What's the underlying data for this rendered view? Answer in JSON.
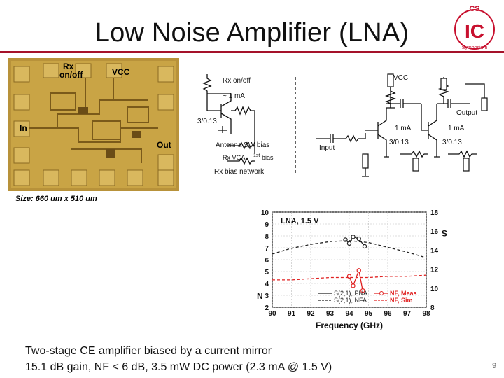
{
  "slide": {
    "title": "Low Noise Amplifier (LNA)",
    "size_caption": "Size: 660 um x 510 um",
    "caption_line1": "Two-stage CE amplifier biased by a current mirror",
    "caption_line2": "15.1 dB gain, NF < 6 dB, 3.5 mW DC power (2.3 mA @ 1.5 V)",
    "slide_number": "9"
  },
  "logo": {
    "cs": "CS",
    "ic": "IC",
    "ring": "Symposium",
    "accent": "#c8102e"
  },
  "chip_photo": {
    "label_rx": "Rx",
    "label_onoff": "on/off",
    "label_vcc": "VCC",
    "label_in": "In",
    "label_out": "Out"
  },
  "schematic": {
    "rx_onoff": "Rx on/off",
    "vcc": "VCC",
    "current_ref": "~ 1 mA",
    "mirror_size": "3/0.13",
    "antenna_bias": "Antenna SW bias",
    "rx_vga": "Rx VGA",
    "first_sup": "1st",
    "bias_word": "bias",
    "bias_network": "Rx bias network",
    "input": "Input",
    "output": "Output",
    "stage1_current": "1 mA",
    "stage2_current": "1 mA",
    "stage1_size": "3/0.13",
    "stage2_size": "3/0.13"
  },
  "chart_data": {
    "type": "line",
    "annotation": "LNA, 1.5 V",
    "xlabel": "Frequency (GHz)",
    "left_axis_label": "N",
    "right_axis_label": "S",
    "xlim": [
      90,
      98
    ],
    "xticks": [
      90,
      91,
      92,
      93,
      94,
      95,
      96,
      97,
      98
    ],
    "ylim_left": [
      2,
      10
    ],
    "yticks_left": [
      2,
      3,
      4,
      5,
      6,
      7,
      8,
      9,
      10
    ],
    "ylim_right": [
      8,
      18
    ],
    "yticks_right": [
      8,
      10,
      12,
      14,
      16,
      18
    ],
    "series": [
      {
        "name": "S(2,1), PNA",
        "axis": "right",
        "color": "#222222",
        "style": "solid",
        "marker": "circle",
        "x": [
          93.8,
          94.0,
          94.2,
          94.5,
          94.8
        ],
        "y": [
          15.1,
          14.7,
          15.4,
          15.2,
          14.4
        ]
      },
      {
        "name": "S(2,1), NFA",
        "axis": "right",
        "color": "#222222",
        "style": "dashed",
        "marker": "none",
        "x": [
          90,
          91,
          92,
          93,
          94,
          95,
          96,
          97,
          98
        ],
        "y": [
          13.6,
          14.2,
          14.6,
          14.9,
          15.0,
          14.8,
          14.3,
          13.8,
          13.2
        ]
      },
      {
        "name": "NF, Meas",
        "axis": "left",
        "color": "#e02020",
        "style": "solid",
        "marker": "circle",
        "x": [
          94.0,
          94.2,
          94.5,
          94.7
        ],
        "y": [
          4.6,
          3.8,
          5.1,
          3.4
        ]
      },
      {
        "name": "NF, Sim",
        "axis": "left",
        "color": "#e02020",
        "style": "dashed",
        "marker": "none",
        "x": [
          90,
          91,
          92,
          93,
          94,
          95,
          96,
          97,
          98
        ],
        "y": [
          4.3,
          4.3,
          4.4,
          4.5,
          4.5,
          4.5,
          4.6,
          4.6,
          4.7
        ]
      }
    ]
  }
}
